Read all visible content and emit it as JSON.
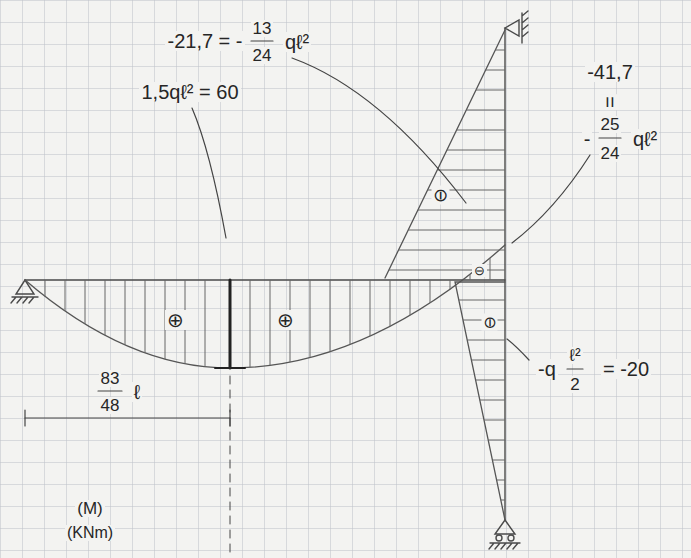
{
  "diagram": {
    "labels": [
      "-21,7 = -",
      "13",
      "24",
      "qℓ²",
      "1,5qℓ² = 60",
      "-41,7",
      "=",
      "-",
      "25",
      "24",
      "qℓ²",
      "⊖",
      "⊖",
      "⊖",
      "⊕",
      "⊕",
      "-q",
      "ℓ²",
      "2",
      "= -20",
      "83",
      "48",
      "ℓ",
      "(M)",
      "(KNm)"
    ]
  }
}
